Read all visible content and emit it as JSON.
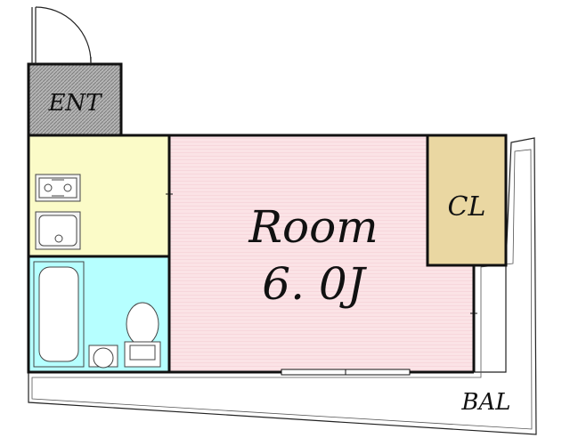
{
  "labels": {
    "entrance": "ENT",
    "room_title": "Room",
    "room_size": "6. 0J",
    "closet": "CL",
    "balcony": "BAL"
  },
  "colors": {
    "wall": "#111111",
    "entrance_floor": "#9a9a9a",
    "kitchen": "#fbfbc8",
    "bathroom": "#b6ffff",
    "room": "#fbe3e6",
    "closet": "#ead7a2",
    "balcony": "#ffffff"
  },
  "icons": [
    "door-swing-icon",
    "stove-icon",
    "sink-icon",
    "bathtub-icon",
    "toilet-icon",
    "washbasin-icon"
  ]
}
